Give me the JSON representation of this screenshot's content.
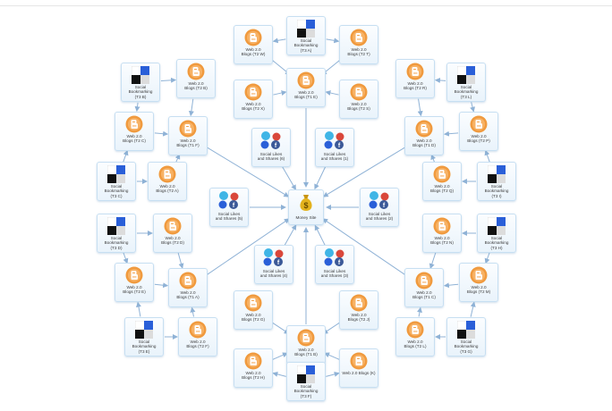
{
  "center": {
    "label": "Money Site"
  },
  "social": [
    {
      "id": "s6",
      "label1": "Social Likes",
      "label2": "and Shares (6)"
    },
    {
      "id": "s1",
      "label1": "Social Likes",
      "label2": "and Shares (1)"
    },
    {
      "id": "s5",
      "label1": "Social Likes",
      "label2": "and Shares (5)"
    },
    {
      "id": "s2",
      "label1": "Social Likes",
      "label2": "and Shares (2)"
    },
    {
      "id": "s4",
      "label1": "Social Likes",
      "label2": "and Shares (4)"
    },
    {
      "id": "s3",
      "label1": "Social Likes",
      "label2": "and Shares (3)"
    }
  ],
  "blogs": [
    {
      "id": "T1E",
      "label1": "Web 2.0",
      "label2": "Blogs (T1 E)"
    },
    {
      "id": "T1F",
      "label1": "Web 2.0",
      "label2": "Blogs (T1 F)"
    },
    {
      "id": "T1D",
      "label1": "Web 2.0",
      "label2": "Blogs (T1 D)"
    },
    {
      "id": "T1A",
      "label1": "Web 2.0",
      "label2": "Blogs (T1 A)"
    },
    {
      "id": "T1C",
      "label1": "Web 2.0",
      "label2": "Blogs (T1 C)"
    },
    {
      "id": "T1B",
      "label1": "Web 2.0",
      "label2": "Blogs (T1 B)"
    },
    {
      "id": "T2W",
      "label1": "Web 2.0",
      "label2": "Blogs (T2 W)"
    },
    {
      "id": "T2T",
      "label1": "Web 2.0",
      "label2": "Blogs (T2 T)"
    },
    {
      "id": "T2X",
      "label1": "Web 2.0",
      "label2": "Blogs (T2 X)"
    },
    {
      "id": "T2S",
      "label1": "Web 2.0",
      "label2": "Blogs (T2 S)"
    },
    {
      "id": "T2B",
      "label1": "Web 2.0",
      "label2": "Blogs (T2 B)"
    },
    {
      "id": "T2C",
      "label1": "Web 2.0",
      "label2": "Blogs (T2 C)"
    },
    {
      "id": "T2A",
      "label1": "Web 2.0",
      "label2": "Blogs (T2 A)"
    },
    {
      "id": "T2R",
      "label1": "Web 2.0",
      "label2": "Blogs (T2 R)"
    },
    {
      "id": "T2Q",
      "label1": "Web 2.0",
      "label2": "Blogs (T2 Q)"
    },
    {
      "id": "T2P",
      "label1": "Web 2.0",
      "label2": "Blogs (T2 P)"
    },
    {
      "id": "T2D",
      "label1": "Web 2.0",
      "label2": "Blogs (T2 D)"
    },
    {
      "id": "T2E",
      "label1": "Web 2.0",
      "label2": "Blogs (T2 E)"
    },
    {
      "id": "T2F",
      "label1": "Web 2.0",
      "label2": "Blogs (T2 F)"
    },
    {
      "id": "T2N",
      "label1": "Web 2.0",
      "label2": "Blogs (T2 N)"
    },
    {
      "id": "T2M",
      "label1": "Web 2.0",
      "label2": "Blogs (T2 M)"
    },
    {
      "id": "T2L",
      "label1": "Web 2.0",
      "label2": "Blogs (T2 L)"
    },
    {
      "id": "T2G",
      "label1": "Web 2.0",
      "label2": "Blogs (T2 G)"
    },
    {
      "id": "T2J",
      "label1": "Web 2.0",
      "label2": "Blogs (T2 J)"
    },
    {
      "id": "T2H",
      "label1": "Web 2.0",
      "label2": "Blogs (T2 H)"
    },
    {
      "id": "T2K",
      "label1": "Web 2.0 Blogs (K)",
      "label2": ""
    }
  ],
  "bookmarks": [
    {
      "id": "T3A",
      "label1": "Social",
      "label2": "Bookmarking",
      "label3": "(T3 A)"
    },
    {
      "id": "T3B",
      "label1": "Social",
      "label2": "Bookmarking",
      "label3": "(T3 B)"
    },
    {
      "id": "T3C",
      "label1": "Social",
      "label2": "Bookmarking",
      "label3": "(T3 C)"
    },
    {
      "id": "T3L",
      "label1": "Social",
      "label2": "Bookmarking",
      "label3": "(T3 L)"
    },
    {
      "id": "T3I",
      "label1": "Social",
      "label2": "Bookmarking",
      "label3": "(T3 I)"
    },
    {
      "id": "T3D",
      "label1": "Social",
      "label2": "Bookmarking",
      "label3": "(T3 D)"
    },
    {
      "id": "T3E",
      "label1": "Social",
      "label2": "Bookmarking",
      "label3": "(T3 E)"
    },
    {
      "id": "T3H",
      "label1": "Social",
      "label2": "Bookmarking",
      "label3": "(T3 H)"
    },
    {
      "id": "T3G",
      "label1": "Social",
      "label2": "Bookmarking",
      "label3": "(T3 G)"
    },
    {
      "id": "T3F",
      "label1": "Social",
      "label2": "Bookmarking",
      "label3": "(T3 F)"
    }
  ],
  "colors": {
    "edge": "#8fb2d6",
    "nodeBorder": "#c7dff2",
    "blogOrange": "#f09a3e",
    "twitter": "#3fb5e6",
    "facebook": "#3b5998",
    "google": "#d9473b",
    "delicious": "#2a5fd8",
    "money": "#e3b21d"
  }
}
